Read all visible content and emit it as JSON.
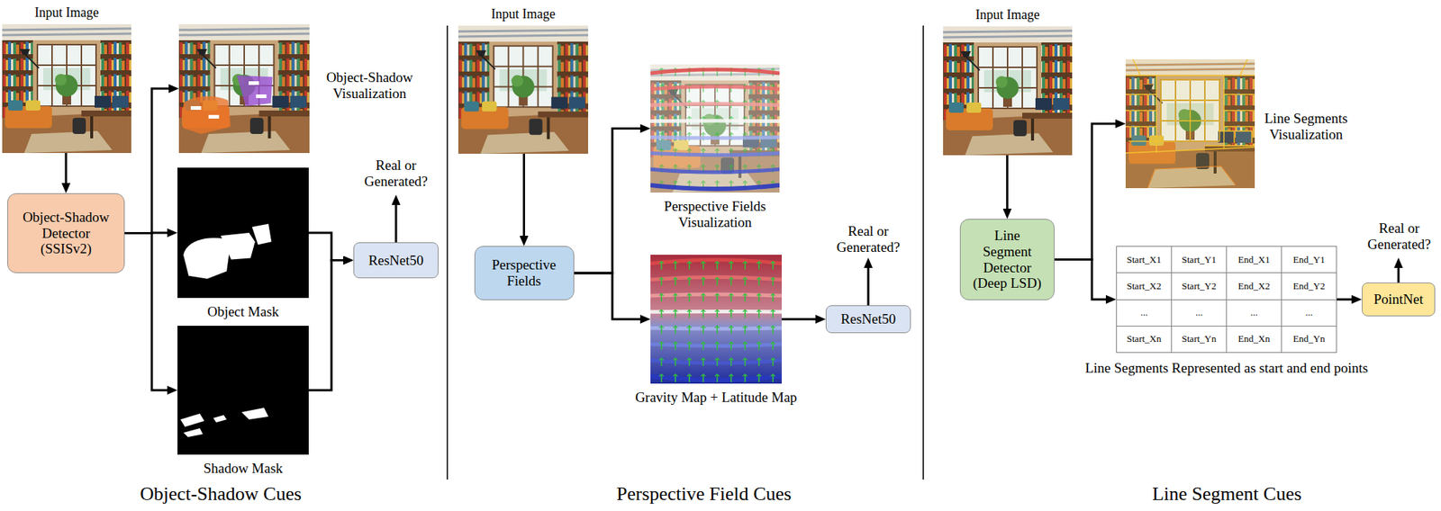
{
  "diagram": {
    "nodes": [
      {
        "text": [
          "Input Image"
        ]
      },
      {
        "text": [
          "Object-Shadow Detector (SSISv2)"
        ]
      },
      {
        "text": [
          "Object-Shadow Visualization"
        ]
      },
      {
        "text": [
          "Object Mask"
        ]
      },
      {
        "text": [
          "Shadow Mask"
        ]
      },
      {
        "text": [
          "ResNet50"
        ]
      },
      {
        "text": [
          "Input Image"
        ]
      },
      {
        "text": [
          "Perspective Fields"
        ]
      },
      {
        "text": [
          "Perspective Fields Visualization"
        ]
      },
      {
        "text": [
          "Gravity Map + Latitude Map"
        ]
      },
      {
        "text": [
          "ResNet50"
        ]
      },
      {
        "text": [
          "Input Image"
        ]
      },
      {
        "text": [
          "Line Segment Detector (Deep LSD)"
        ]
      },
      {
        "text": [
          "Line Segments Visualization"
        ]
      },
      {
        "text": [
          "Start_X1",
          "Start_Y1",
          "End_X1",
          "End_Y1",
          "Start_X2",
          "Start_Y2",
          "End_X2",
          "End_Y2",
          "...",
          "...",
          "...",
          "...",
          "Start_Xn",
          "Start_Yn",
          "End_Xn",
          "End_Yn",
          "Line Segments Represented as start and end points"
        ]
      },
      {
        "text": [
          "PointNet"
        ]
      }
    ],
    "edges": [
      {
        "from": 0,
        "to": 1,
        "arrow": "to"
      },
      {
        "from": 1,
        "to": 2,
        "arrow": "to"
      },
      {
        "from": 1,
        "to": 3,
        "arrow": "to"
      },
      {
        "from": 1,
        "to": 4,
        "arrow": "to"
      },
      {
        "from": 3,
        "to": 5,
        "arrow": "to"
      },
      {
        "from": 4,
        "to": 5,
        "arrow": "to"
      },
      {
        "from": 6,
        "to": 7,
        "arrow": "to"
      },
      {
        "from": 7,
        "to": 8,
        "arrow": "to"
      },
      {
        "from": 7,
        "to": 9,
        "arrow": "to"
      },
      {
        "from": 9,
        "to": 10,
        "arrow": "to"
      },
      {
        "from": 11,
        "to": 12,
        "arrow": "to"
      },
      {
        "from": 12,
        "to": 13,
        "arrow": "to"
      },
      {
        "from": 12,
        "to": 14,
        "arrow": "to"
      },
      {
        "from": 14,
        "to": 15,
        "arrow": "to"
      }
    ],
    "labels": [
      "Real or Generated?",
      "Real or Generated?",
      "Real or Generated?",
      "Object-Shadow Cues",
      "Perspective Field Cues",
      "Line Segment Cues"
    ]
  }
}
